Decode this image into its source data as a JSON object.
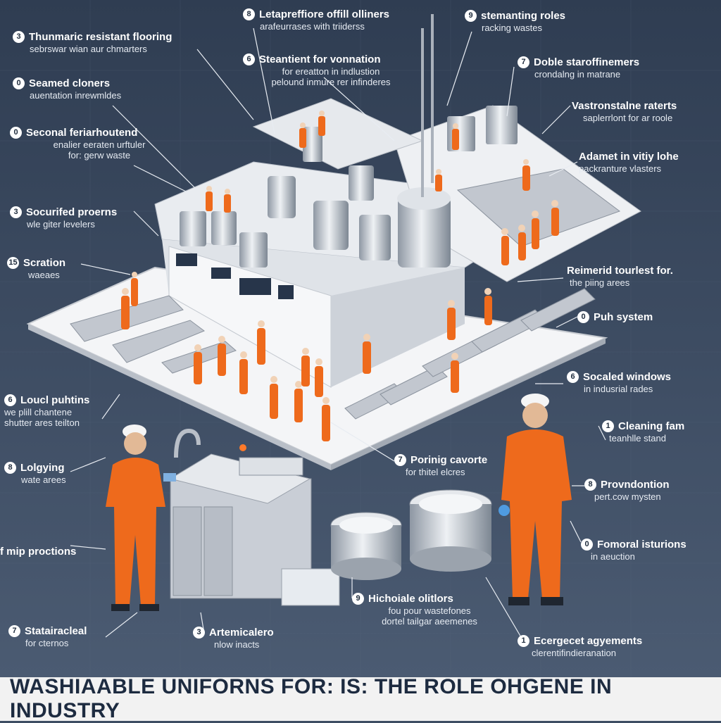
{
  "banner": "WASHIAABLE UNIFORNS FOR: IS: THE ROLE OHGENE IN INDUSTRY",
  "colors": {
    "background": "#3d4d63",
    "uniform": "#ee6a1c",
    "steel": "#c9ced6",
    "floor": "#f4f5f7",
    "banner": "#f2f2f2",
    "banner_text": "#1d2b40"
  },
  "callouts": [
    {
      "num": "3",
      "title": "Thunmaric resistant flooring",
      "subtitle": "sebrswar wian aur chmarters"
    },
    {
      "num": "8",
      "title": "Letapreffiore offill olliners",
      "subtitle": "arafeurrases with triiderss"
    },
    {
      "num": "9",
      "title": "stemanting roles",
      "subtitle": "racking wastes"
    },
    {
      "num": "6",
      "title": "Steantient for vonnation",
      "subtitle": "for ereatton in indlustion\npelound inmure rer infinderes"
    },
    {
      "num": "7",
      "title": "Doble staroffinemers",
      "subtitle": "crondalng in matrane"
    },
    {
      "num": "0",
      "title": "Seamed cloners",
      "subtitle": "auentation inrewmldes"
    },
    {
      "num": "",
      "title": "Vastronstalne raterts",
      "subtitle": "saplerrlont for ar roole"
    },
    {
      "num": "0",
      "title": "Seconal feriarhoutend",
      "subtitle": "enalier eeraten urftuler\nfor: gerw waste"
    },
    {
      "num": "",
      "title": "Adamet in vitiy lohe",
      "subtitle": "packranture vlasters"
    },
    {
      "num": "3",
      "title": "Socurifed proerns",
      "subtitle": "wle giter levelers"
    },
    {
      "num": "15",
      "title": "Scration",
      "subtitle": "waeaes"
    },
    {
      "num": "",
      "title": "Reimerid tourlest for.",
      "subtitle": "the piing arees"
    },
    {
      "num": "0",
      "title": "Puh system",
      "subtitle": ""
    },
    {
      "num": "6",
      "title": "Socaled windows",
      "subtitle": "in indusrial rades"
    },
    {
      "num": "6",
      "title": "Loucl puhtins",
      "subtitle": "we plill chantene\nshutter ares teilton"
    },
    {
      "num": "1",
      "title": "Cleaning fam",
      "subtitle": "teanhlle stand"
    },
    {
      "num": "8",
      "title": "Lolgying",
      "subtitle": "wate arees"
    },
    {
      "num": "7",
      "title": "Porinig cavorte",
      "subtitle": "for thitel elcres"
    },
    {
      "num": "8",
      "title": "Provndontion",
      "subtitle": "pert.cow mysten"
    },
    {
      "num": "",
      "title": "f mip proctions",
      "subtitle": ""
    },
    {
      "num": "0",
      "title": "Fomoral isturions",
      "subtitle": "in aeuction"
    },
    {
      "num": "9",
      "title": "Hichoiale olitlors",
      "subtitle": "fou pour wastefones\ndortel tailgar aeemenes"
    },
    {
      "num": "7",
      "title": "Statairacleal",
      "subtitle": "for cternos"
    },
    {
      "num": "3",
      "title": "Artemicalero",
      "subtitle": "nlow inacts"
    },
    {
      "num": "1",
      "title": "Ecergecet agyements",
      "subtitle": "clerentifindieranation"
    }
  ]
}
